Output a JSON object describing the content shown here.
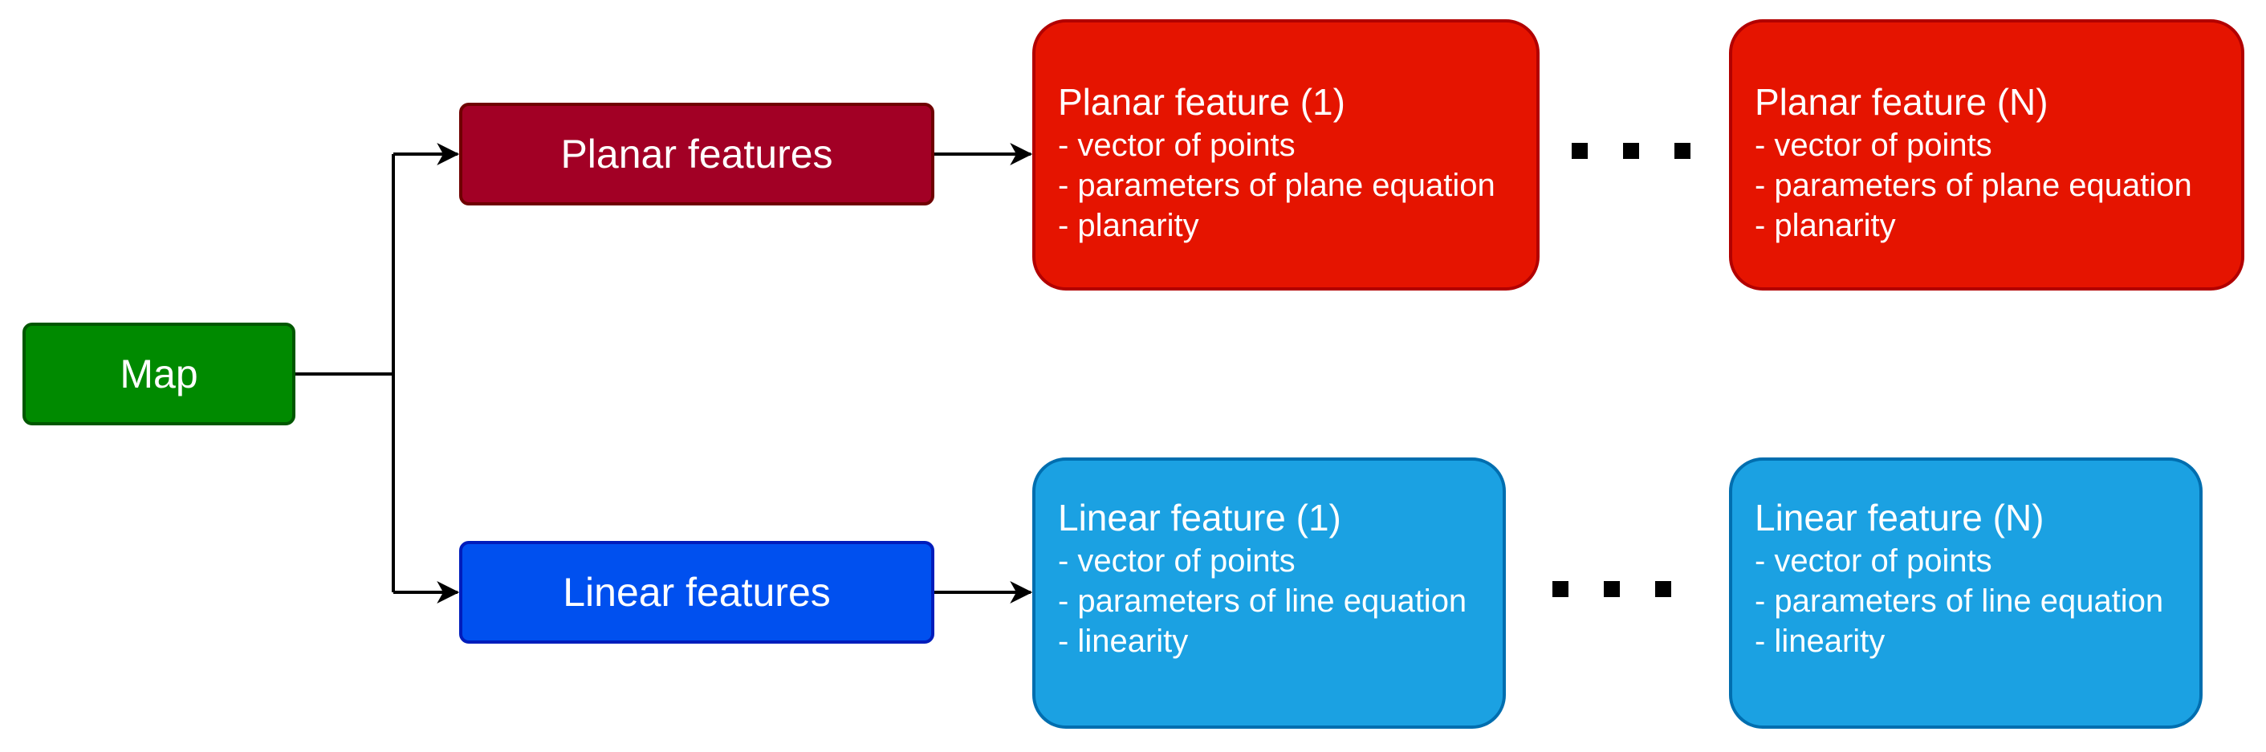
{
  "nodes": {
    "map": {
      "label": "Map"
    },
    "planar_features": {
      "label": "Planar features"
    },
    "linear_features": {
      "label": "Linear features"
    },
    "planar_feature_1": {
      "title": "Planar feature (1)",
      "lines": [
        "- vector of points",
        "- parameters of plane equation",
        "- planarity"
      ]
    },
    "planar_feature_n": {
      "title": "Planar feature (N)",
      "lines": [
        "- vector of points",
        "- parameters of plane equation",
        "- planarity"
      ]
    },
    "linear_feature_1": {
      "title": "Linear feature (1)",
      "lines": [
        "- vector of points",
        "- parameters of line equation",
        "- linearity"
      ]
    },
    "linear_feature_n": {
      "title": "Linear feature (N)",
      "lines": [
        "- vector of points",
        "- parameters of line equation",
        "- linearity"
      ]
    }
  },
  "ellipsis": {
    "top": "...",
    "bottom": "..."
  },
  "colors": {
    "map_fill": "#008a00",
    "map_border": "#005700",
    "planar_group_fill": "#a20025",
    "planar_group_border": "#6f0000",
    "planar_feature_fill": "#e51400",
    "planar_feature_border": "#b20000",
    "linear_group_fill": "#0050ef",
    "linear_group_border": "#001dbc",
    "linear_feature_fill": "#1ba1e2",
    "linear_feature_border": "#006eaf",
    "text": "#ffffff",
    "connector": "#000000"
  }
}
